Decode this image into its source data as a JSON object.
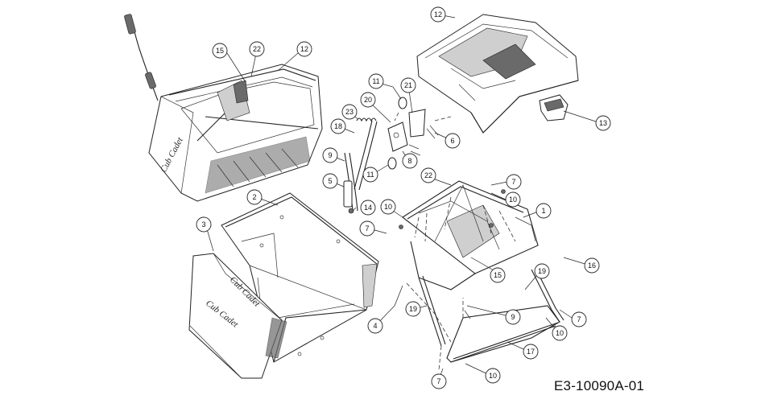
{
  "drawing_code": "E3-10090A-01",
  "brand_mark": "Cub Cadet",
  "callouts": [
    {
      "label": "1"
    },
    {
      "label": "2"
    },
    {
      "label": "3"
    },
    {
      "label": "4"
    },
    {
      "label": "5"
    },
    {
      "label": "6"
    },
    {
      "label": "7"
    },
    {
      "label": "7"
    },
    {
      "label": "7"
    },
    {
      "label": "7"
    },
    {
      "label": "8"
    },
    {
      "label": "9"
    },
    {
      "label": "9"
    },
    {
      "label": "10"
    },
    {
      "label": "10"
    },
    {
      "label": "10"
    },
    {
      "label": "10"
    },
    {
      "label": "11"
    },
    {
      "label": "11"
    },
    {
      "label": "12"
    },
    {
      "label": "12"
    },
    {
      "label": "13"
    },
    {
      "label": "14"
    },
    {
      "label": "15"
    },
    {
      "label": "15"
    },
    {
      "label": "16"
    },
    {
      "label": "17"
    },
    {
      "label": "18"
    },
    {
      "label": "19"
    },
    {
      "label": "19"
    },
    {
      "label": "20"
    },
    {
      "label": "21"
    },
    {
      "label": "22"
    },
    {
      "label": "22"
    },
    {
      "label": "23"
    }
  ]
}
